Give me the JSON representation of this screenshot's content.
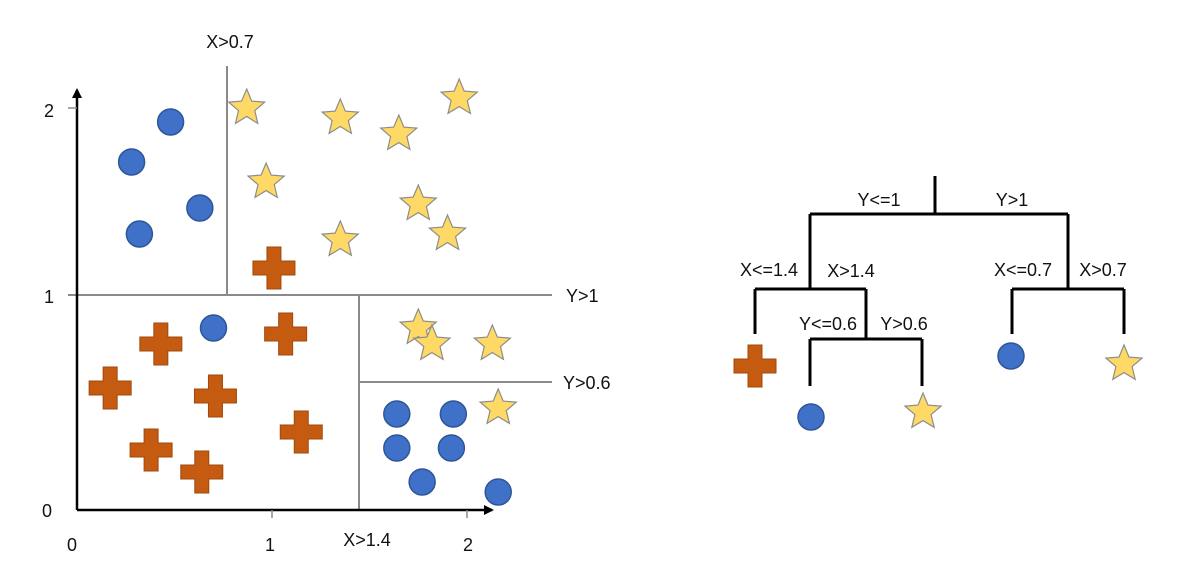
{
  "colors": {
    "circle": "#4472c4",
    "star": "#ffd966",
    "cross": "#c55a11",
    "axis": "#000000",
    "split_line": "#8a8a8a"
  },
  "scatter": {
    "x_ticks": [
      "0",
      "1",
      "2"
    ],
    "y_ticks": [
      "0",
      "1",
      "2"
    ],
    "split_labels": {
      "x_gt_07": "X>0.7",
      "y_gt_1": "Y>1",
      "y_gt_06": "Y>0.6",
      "x_gt_14": "X>1.4"
    }
  },
  "chart_data": {
    "type": "scatter",
    "xlim": [
      0,
      2.1
    ],
    "ylim": [
      0,
      2.1
    ],
    "splits": [
      {
        "axis": "y",
        "value": 1,
        "label": "Y>1"
      },
      {
        "axis": "x",
        "value": 0.7,
        "region": "y>1",
        "label": "X>0.7"
      },
      {
        "axis": "x",
        "value": 1.4,
        "region": "y<=1",
        "label": "X>1.4"
      },
      {
        "axis": "y",
        "value": 0.6,
        "region": "y<=1, x>1.4",
        "label": "Y>0.6"
      }
    ],
    "series": [
      {
        "marker": "circle",
        "points": [
          [
            0.28,
            1.73
          ],
          [
            0.48,
            1.93
          ],
          [
            0.32,
            1.37
          ],
          [
            0.63,
            1.5
          ],
          [
            0.7,
            0.9
          ],
          [
            1.64,
            0.47
          ],
          [
            1.93,
            0.47
          ],
          [
            1.64,
            0.3
          ],
          [
            1.92,
            0.3
          ],
          [
            1.77,
            0.13
          ],
          [
            2.16,
            0.08
          ]
        ]
      },
      {
        "marker": "star",
        "points": [
          [
            0.87,
            2.0
          ],
          [
            1.35,
            1.95
          ],
          [
            1.65,
            1.87
          ],
          [
            1.96,
            2.05
          ],
          [
            0.97,
            1.63
          ],
          [
            1.75,
            1.52
          ],
          [
            1.9,
            1.37
          ],
          [
            1.35,
            1.34
          ],
          [
            1.75,
            0.9
          ],
          [
            1.82,
            0.82
          ],
          [
            2.13,
            0.82
          ],
          [
            2.16,
            0.5
          ]
        ]
      },
      {
        "marker": "cross",
        "points": [
          [
            1.01,
            1.2
          ],
          [
            0.43,
            0.82
          ],
          [
            1.07,
            0.87
          ],
          [
            0.17,
            0.6
          ],
          [
            0.71,
            0.56
          ],
          [
            1.15,
            0.38
          ],
          [
            0.38,
            0.29
          ],
          [
            0.64,
            0.18
          ]
        ]
      }
    ]
  },
  "tree": {
    "root_left": "Y<=1",
    "root_right": "Y>1",
    "left_left": "X<=1.4",
    "left_right": "X>1.4",
    "right_left": "X<=0.7",
    "right_right": "X>0.7",
    "inner_left": "Y<=0.6",
    "inner_right": "Y>0.6",
    "leaves": [
      {
        "node": "X<=1.4",
        "marker": "cross"
      },
      {
        "node": "Y<=0.6",
        "marker": "circle"
      },
      {
        "node": "Y>0.6",
        "marker": "star"
      },
      {
        "node": "X<=0.7",
        "marker": "circle"
      },
      {
        "node": "X>0.7",
        "marker": "star"
      }
    ]
  }
}
